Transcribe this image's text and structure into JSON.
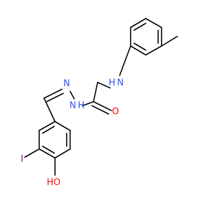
{
  "molecule": {
    "atoms": {
      "nh_amine": "H N",
      "nh_hydrazide": "N H",
      "n_imine": "N",
      "o_carbonyl": "O",
      "iodine": "I",
      "hydroxyl": "HO"
    },
    "colors": {
      "bond": "#000000",
      "nitrogen": "#3050F8",
      "oxygen": "#FF0D0D",
      "iodine": "#940094",
      "background": "#ffffff"
    }
  }
}
